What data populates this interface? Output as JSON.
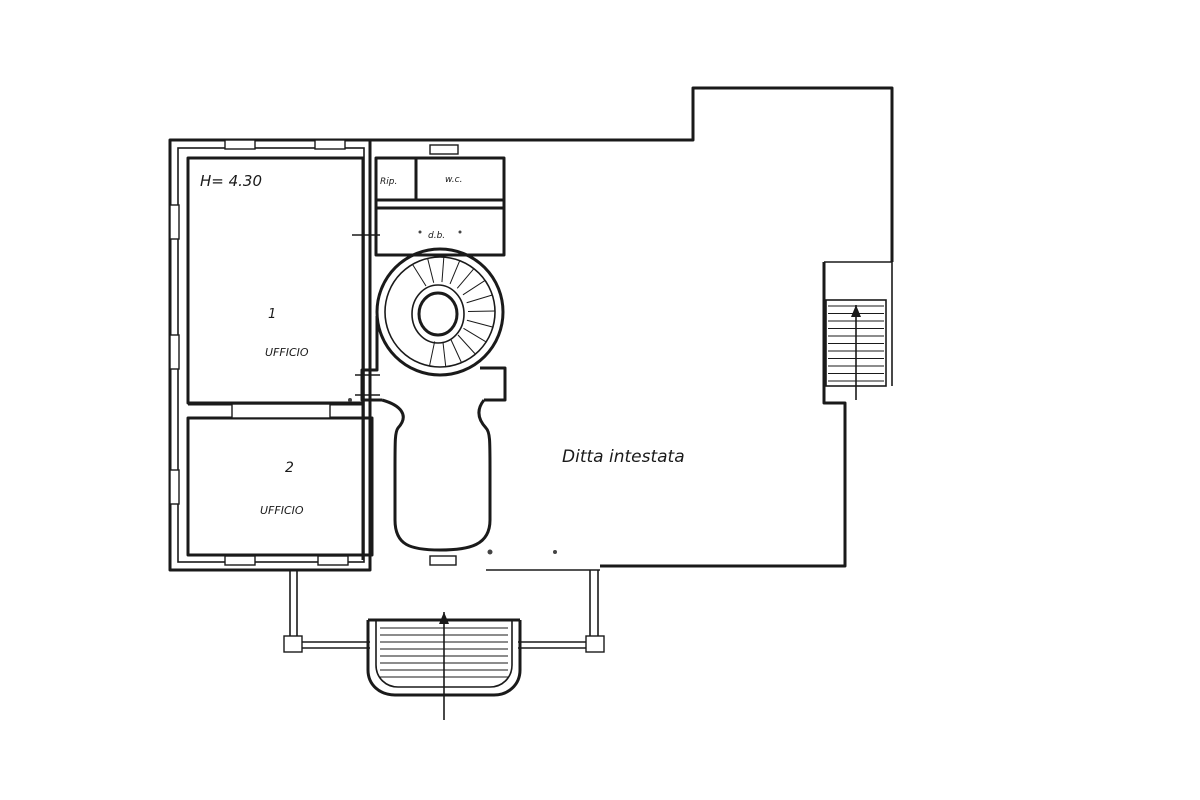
{
  "labels": {
    "height": "H= 4.30",
    "room1_number": "1",
    "room1_name": "UFFICIO",
    "room2_number": "2",
    "room2_name": "UFFICIO",
    "rip": "Rip.",
    "wc": "w.c.",
    "closet": "d.b.",
    "owner": "Ditta intestata"
  },
  "colors": {
    "line": "#1a1a1a",
    "paper": "#ffffff"
  }
}
